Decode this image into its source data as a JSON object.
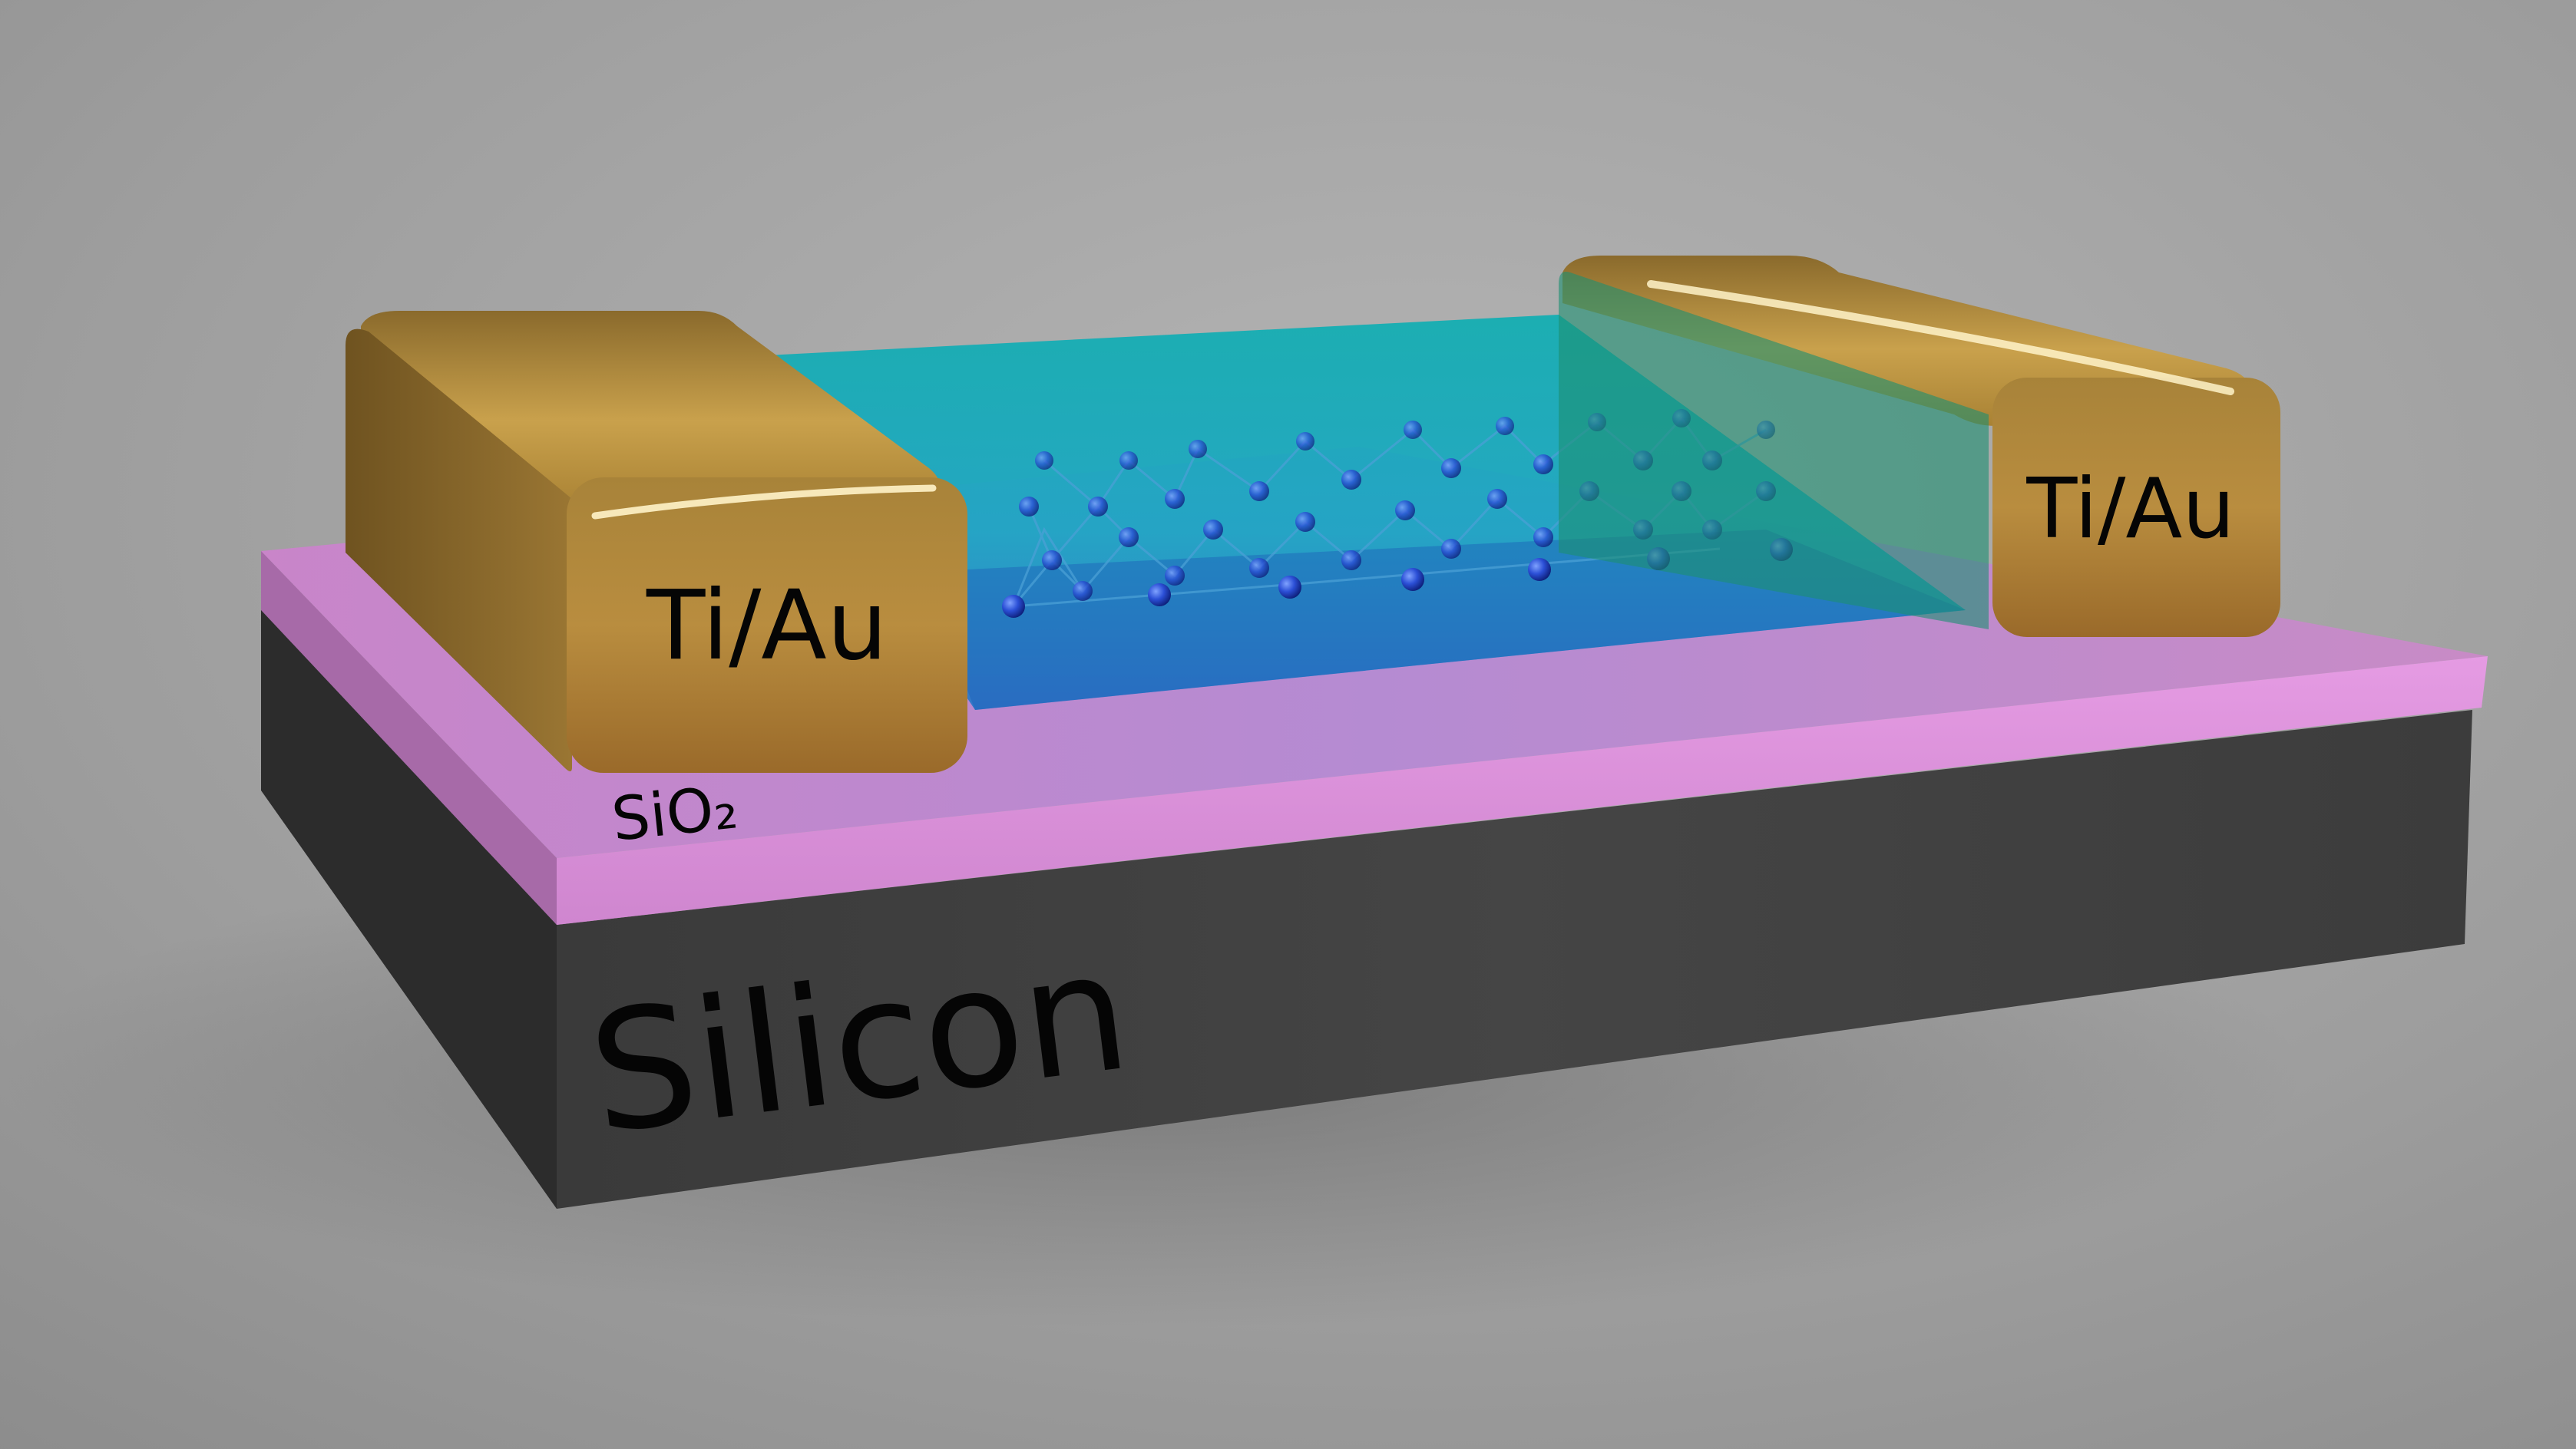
{
  "labels": {
    "contact_left": "Ti/Au",
    "contact_right": "Ti/Au",
    "oxide_layer": "SiO₂",
    "substrate": "Silicon"
  },
  "colors": {
    "background": "#9a9a9a",
    "substrate": "#3f3f3f",
    "oxide": "#d58ad8",
    "channel": "#12a8b4",
    "gold": "#b38a35",
    "atom": "#2b4fd6"
  }
}
